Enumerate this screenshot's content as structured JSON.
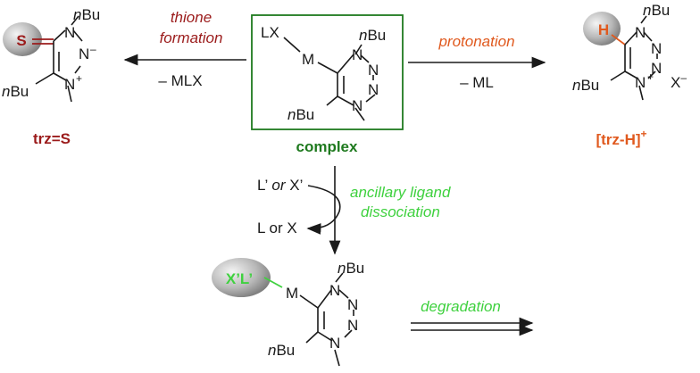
{
  "colors": {
    "thione": "#9b1b1b",
    "protonation": "#e05a1f",
    "complex": "#1f7a1f",
    "ancillary": "#3fd13f",
    "ink": "#1a1a1a"
  },
  "complex": {
    "label": "complex",
    "lx": "LX",
    "m": "M",
    "n1_sub": "nBu",
    "n3_sub": "N",
    "n_atoms": [
      "N",
      "N",
      "N"
    ],
    "c_sub": "nBu"
  },
  "thione": {
    "arrow_label_1": "thione",
    "arrow_label_2": "formation",
    "loss": "– MLX",
    "name": "trz=S",
    "atom_s": "S",
    "n_top": "N",
    "n_top_sub": "nBu",
    "n_mid": "N",
    "n_mid_charge": "–",
    "n_bot": "N",
    "n_bot_charge": "+",
    "c_sub": "nBu"
  },
  "protonation": {
    "arrow_label": "protonation",
    "loss": "– ML",
    "name": "[trz-H]",
    "name_sup": "+",
    "atom_h": "H",
    "n_top_sub": "nBu",
    "n_plus": "+",
    "counterion": "X–",
    "c_sub": "nBu"
  },
  "ancillary": {
    "reagent": "L’ or X’",
    "label_1": "ancillary ligand",
    "label_2": "dissociation",
    "released": "L or X",
    "ligand": "X’L’",
    "m": "M",
    "n1_sub": "nBu",
    "c_sub": "nBu"
  },
  "degradation": {
    "label": "degradation"
  }
}
